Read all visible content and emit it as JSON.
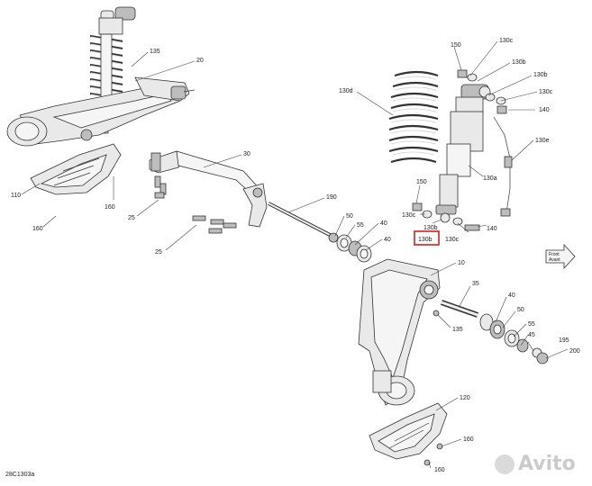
{
  "diagram": {
    "code": "28C1303a",
    "front_label": "Front Avant",
    "watermark": "Avito",
    "highlighted_part": "130b",
    "callouts": {
      "c135_top": "135",
      "c20": "20",
      "c30": "30",
      "c110": "110",
      "c160_left_a": "160",
      "c160_left_b": "160",
      "c25_a": "25",
      "c25_b": "25",
      "c190": "190",
      "c50_a": "50",
      "c55_a": "55",
      "c40_a": "40",
      "c40_b": "40",
      "c150_top": "150",
      "c130c_top": "130c",
      "c130b_top": "130b",
      "c130b_mid": "130b",
      "c130c_mid": "130c",
      "c140_top": "140",
      "c130d": "130d",
      "c130e": "130e",
      "c130a": "130a",
      "c150_low": "150",
      "c130c_low": "130c",
      "c130b_low": "130b",
      "c130b_hl": "130b",
      "c130c_bot": "130c",
      "c140_low": "140",
      "c10": "10",
      "c35": "35",
      "c40_c": "40",
      "c50_b": "50",
      "c55_b": "55",
      "c45": "45",
      "c195": "195",
      "c200": "200",
      "c135_low": "135",
      "c120": "120",
      "c160_r_a": "160",
      "c160_r_b": "160"
    }
  }
}
